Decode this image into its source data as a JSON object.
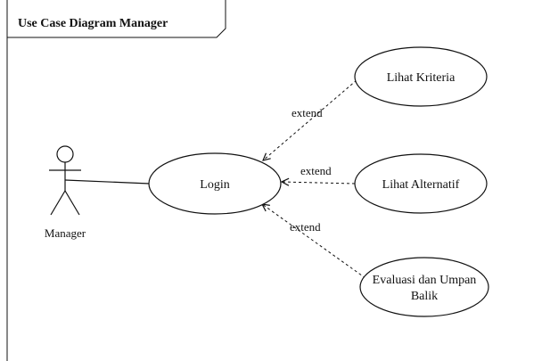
{
  "diagram": {
    "frame_title": "Use Case Diagram Manager",
    "actor": {
      "name": "Manager"
    },
    "use_cases": {
      "login": "Login",
      "lihat_kriteria": "Lihat Kriteria",
      "lihat_alternatif": "Lihat Alternatif",
      "evaluasi_line1": "Evaluasi dan Umpan",
      "evaluasi_line2": "Balik"
    },
    "relations": {
      "extend_1": "extend",
      "extend_2": "extend",
      "extend_3": "extend"
    },
    "colors": {
      "stroke": "#111111",
      "background": "#ffffff"
    }
  }
}
